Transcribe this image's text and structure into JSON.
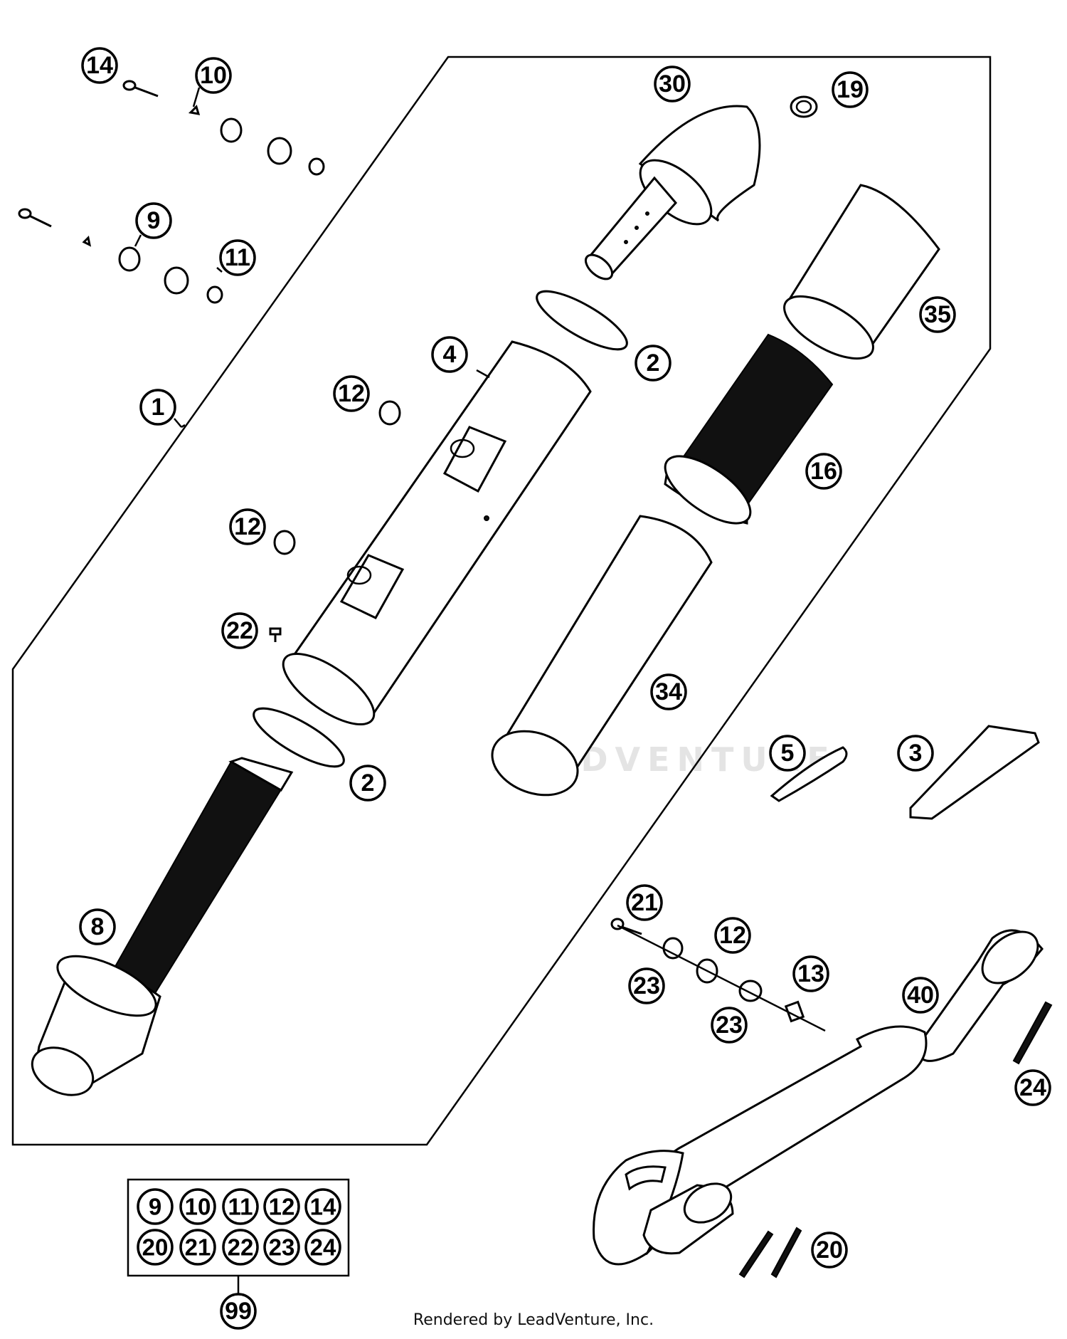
{
  "diagram": {
    "callouts": [
      "14",
      "10",
      "9",
      "11",
      "30",
      "19",
      "35",
      "2",
      "4",
      "1",
      "12",
      "16",
      "12",
      "22",
      "34",
      "2",
      "5",
      "3",
      "8",
      "21",
      "12",
      "23",
      "13",
      "40",
      "23",
      "24",
      "20"
    ],
    "kit_numbers": [
      "9",
      "10",
      "11",
      "12",
      "14",
      "20",
      "21",
      "22",
      "23",
      "24"
    ],
    "kit_label": "99",
    "watermark": "LEADVENTURE",
    "footer": "Rendered by LeadVenture, Inc."
  }
}
